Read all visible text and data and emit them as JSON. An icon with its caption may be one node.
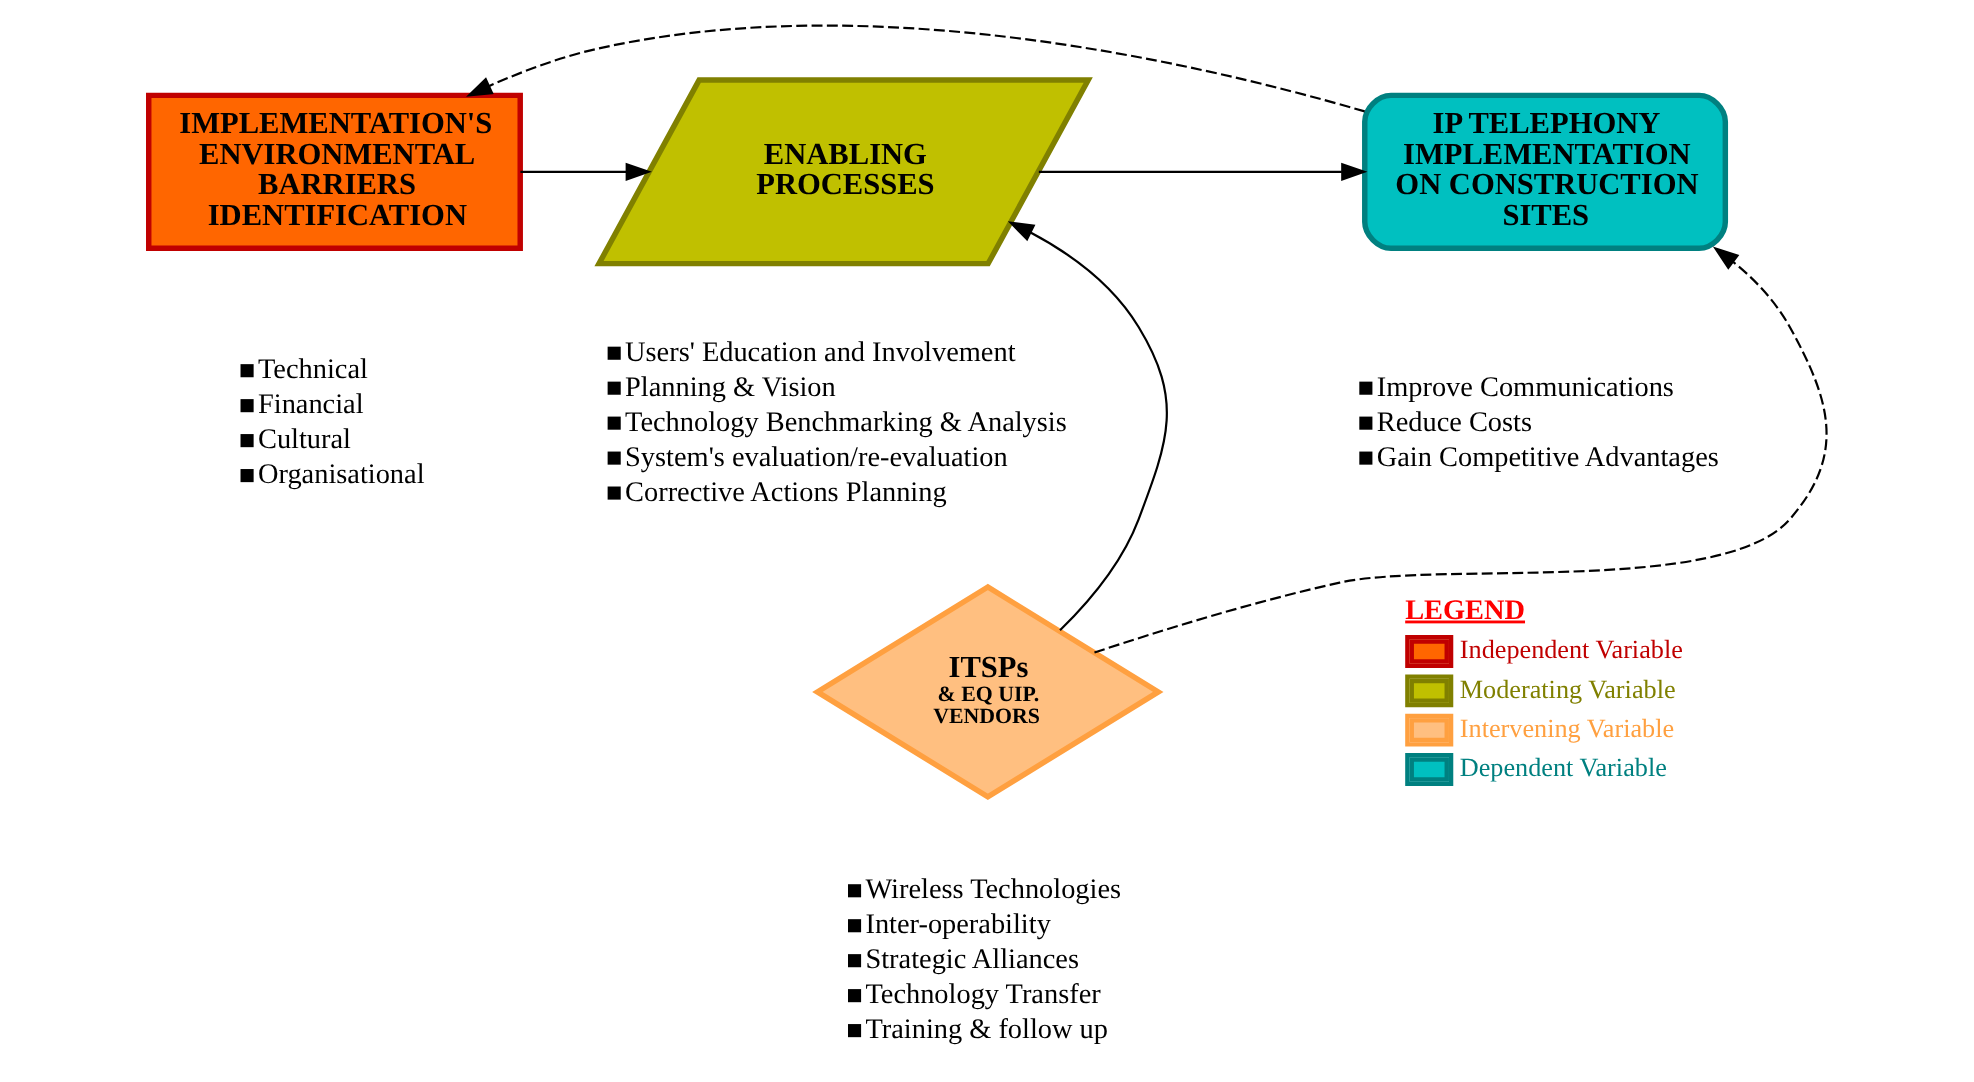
{
  "diagram": {
    "nodes": [
      {
        "text": [
          "IMPLEMENTATION'S ENVIRONMENTAL BARRIERS IDENTIFICATION"
        ],
        "beside": [
          "Technical",
          "Financial",
          "Cultural",
          "Organisational"
        ]
      },
      {
        "text": [
          "ENABLING PROCESSES"
        ],
        "beside": [
          "Users' Education and Involvement",
          "Planning & Vision",
          "Technology Benchmarking & Analysis",
          "System's evaluation/re-evaluation",
          "Corrective Actions Planning"
        ]
      },
      {
        "text": [
          "IP TELEPHONY IMPLEMENTATION ON CONSTRUCTION SITES"
        ],
        "beside": [
          "Improve Communications",
          "Reduce Costs",
          "Gain Competitive Advantages"
        ]
      },
      {
        "text": [
          "ITSPs",
          "& EQ UIP. VENDORS"
        ],
        "beside": [
          "Wireless Technologies",
          "Inter-operability",
          "Strategic Alliances",
          "Technology Transfer",
          "Training & follow up"
        ]
      }
    ],
    "edges": [
      {
        "from": 0,
        "to": 1,
        "arrow": "to"
      },
      {
        "from": 1,
        "to": 2,
        "arrow": "to"
      },
      {
        "from": 3,
        "to": 1,
        "arrow": "to"
      },
      {
        "from": 3,
        "to": 2,
        "arrow": "to",
        "style": "dashed"
      },
      {
        "from": 2,
        "to": 0,
        "arrow": "to",
        "style": "dashed"
      }
    ],
    "labels": [
      "LEGEND"
    ],
    "legend": [
      {
        "text": "Independent Variable",
        "color": "#ff6600"
      },
      {
        "text": "Moderating Variable",
        "color": "#c0c000"
      },
      {
        "text": "Intervening Variable",
        "color": "#ffbf80"
      },
      {
        "text": "Dependent Variable",
        "color": "#00c0c0"
      }
    ]
  }
}
